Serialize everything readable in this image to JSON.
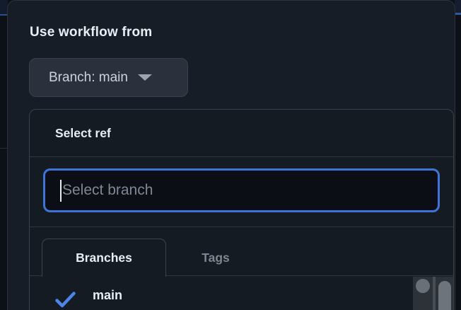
{
  "colors": {
    "page_background": "#0d1117",
    "panel_background": "#171d26",
    "popup_background": "#151b23",
    "focus_ring_blue": "#3e74d8",
    "check_blue": "#4e84e8",
    "banner_border_blue": "#2d4f8e",
    "text_primary": "#e9eef5",
    "text_muted": "#7d8590"
  },
  "workflow_panel": {
    "title": "Use workflow from",
    "branch_selector": {
      "label": "Branch: main",
      "icon": "dropdown-caret-icon"
    }
  },
  "ref_popup": {
    "title": "Select ref",
    "search": {
      "placeholder": "Select branch",
      "value": ""
    },
    "tabs": [
      {
        "label": "Branches",
        "active": true
      },
      {
        "label": "Tags",
        "active": false
      }
    ],
    "items": [
      {
        "label": "main",
        "selected": true,
        "icon": "check-icon"
      }
    ]
  }
}
